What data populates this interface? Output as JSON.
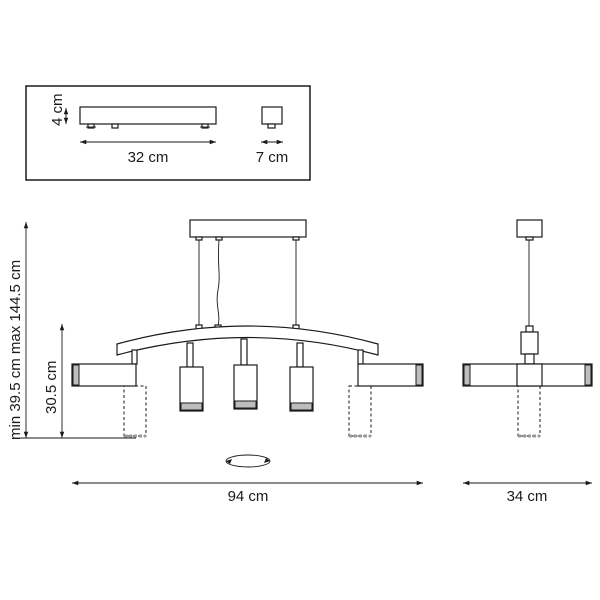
{
  "dimensions": {
    "canopy_height": "4 cm",
    "canopy_length": "32 cm",
    "canopy_width": "7 cm",
    "total_height_range": "min 39.5 cm max 144.5 cm",
    "body_height": "30.5 cm",
    "total_width": "94 cm",
    "total_depth": "34 cm"
  }
}
